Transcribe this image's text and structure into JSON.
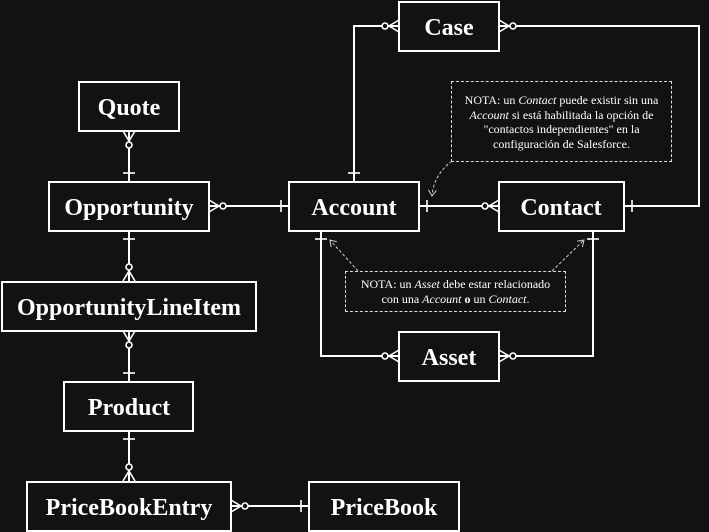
{
  "entities": {
    "case": "Case",
    "quote": "Quote",
    "opportunity": "Opportunity",
    "account": "Account",
    "contact": "Contact",
    "opportunity_line_item": "OpportunityLineItem",
    "product": "Product",
    "asset": "Asset",
    "price_book_entry": "PriceBookEntry",
    "price_book": "PriceBook"
  },
  "notes": {
    "contact_note": {
      "p1": "NOTA: un ",
      "e1": "Contact",
      "p2": " puede existir sin una ",
      "e2": "Account",
      "p3": " si está habilitada la opción de \"contactos independientes\" en la configuración de Salesforce."
    },
    "asset_note": {
      "p1": "NOTA: un ",
      "e1": "Asset",
      "p2": " debe estar relacionado con una ",
      "e2": "Account",
      "b1": " o ",
      "p3": " un ",
      "e3": "Contact",
      "p4": "."
    }
  },
  "colors": {
    "background": "#121212",
    "foreground": "#ffffff"
  }
}
